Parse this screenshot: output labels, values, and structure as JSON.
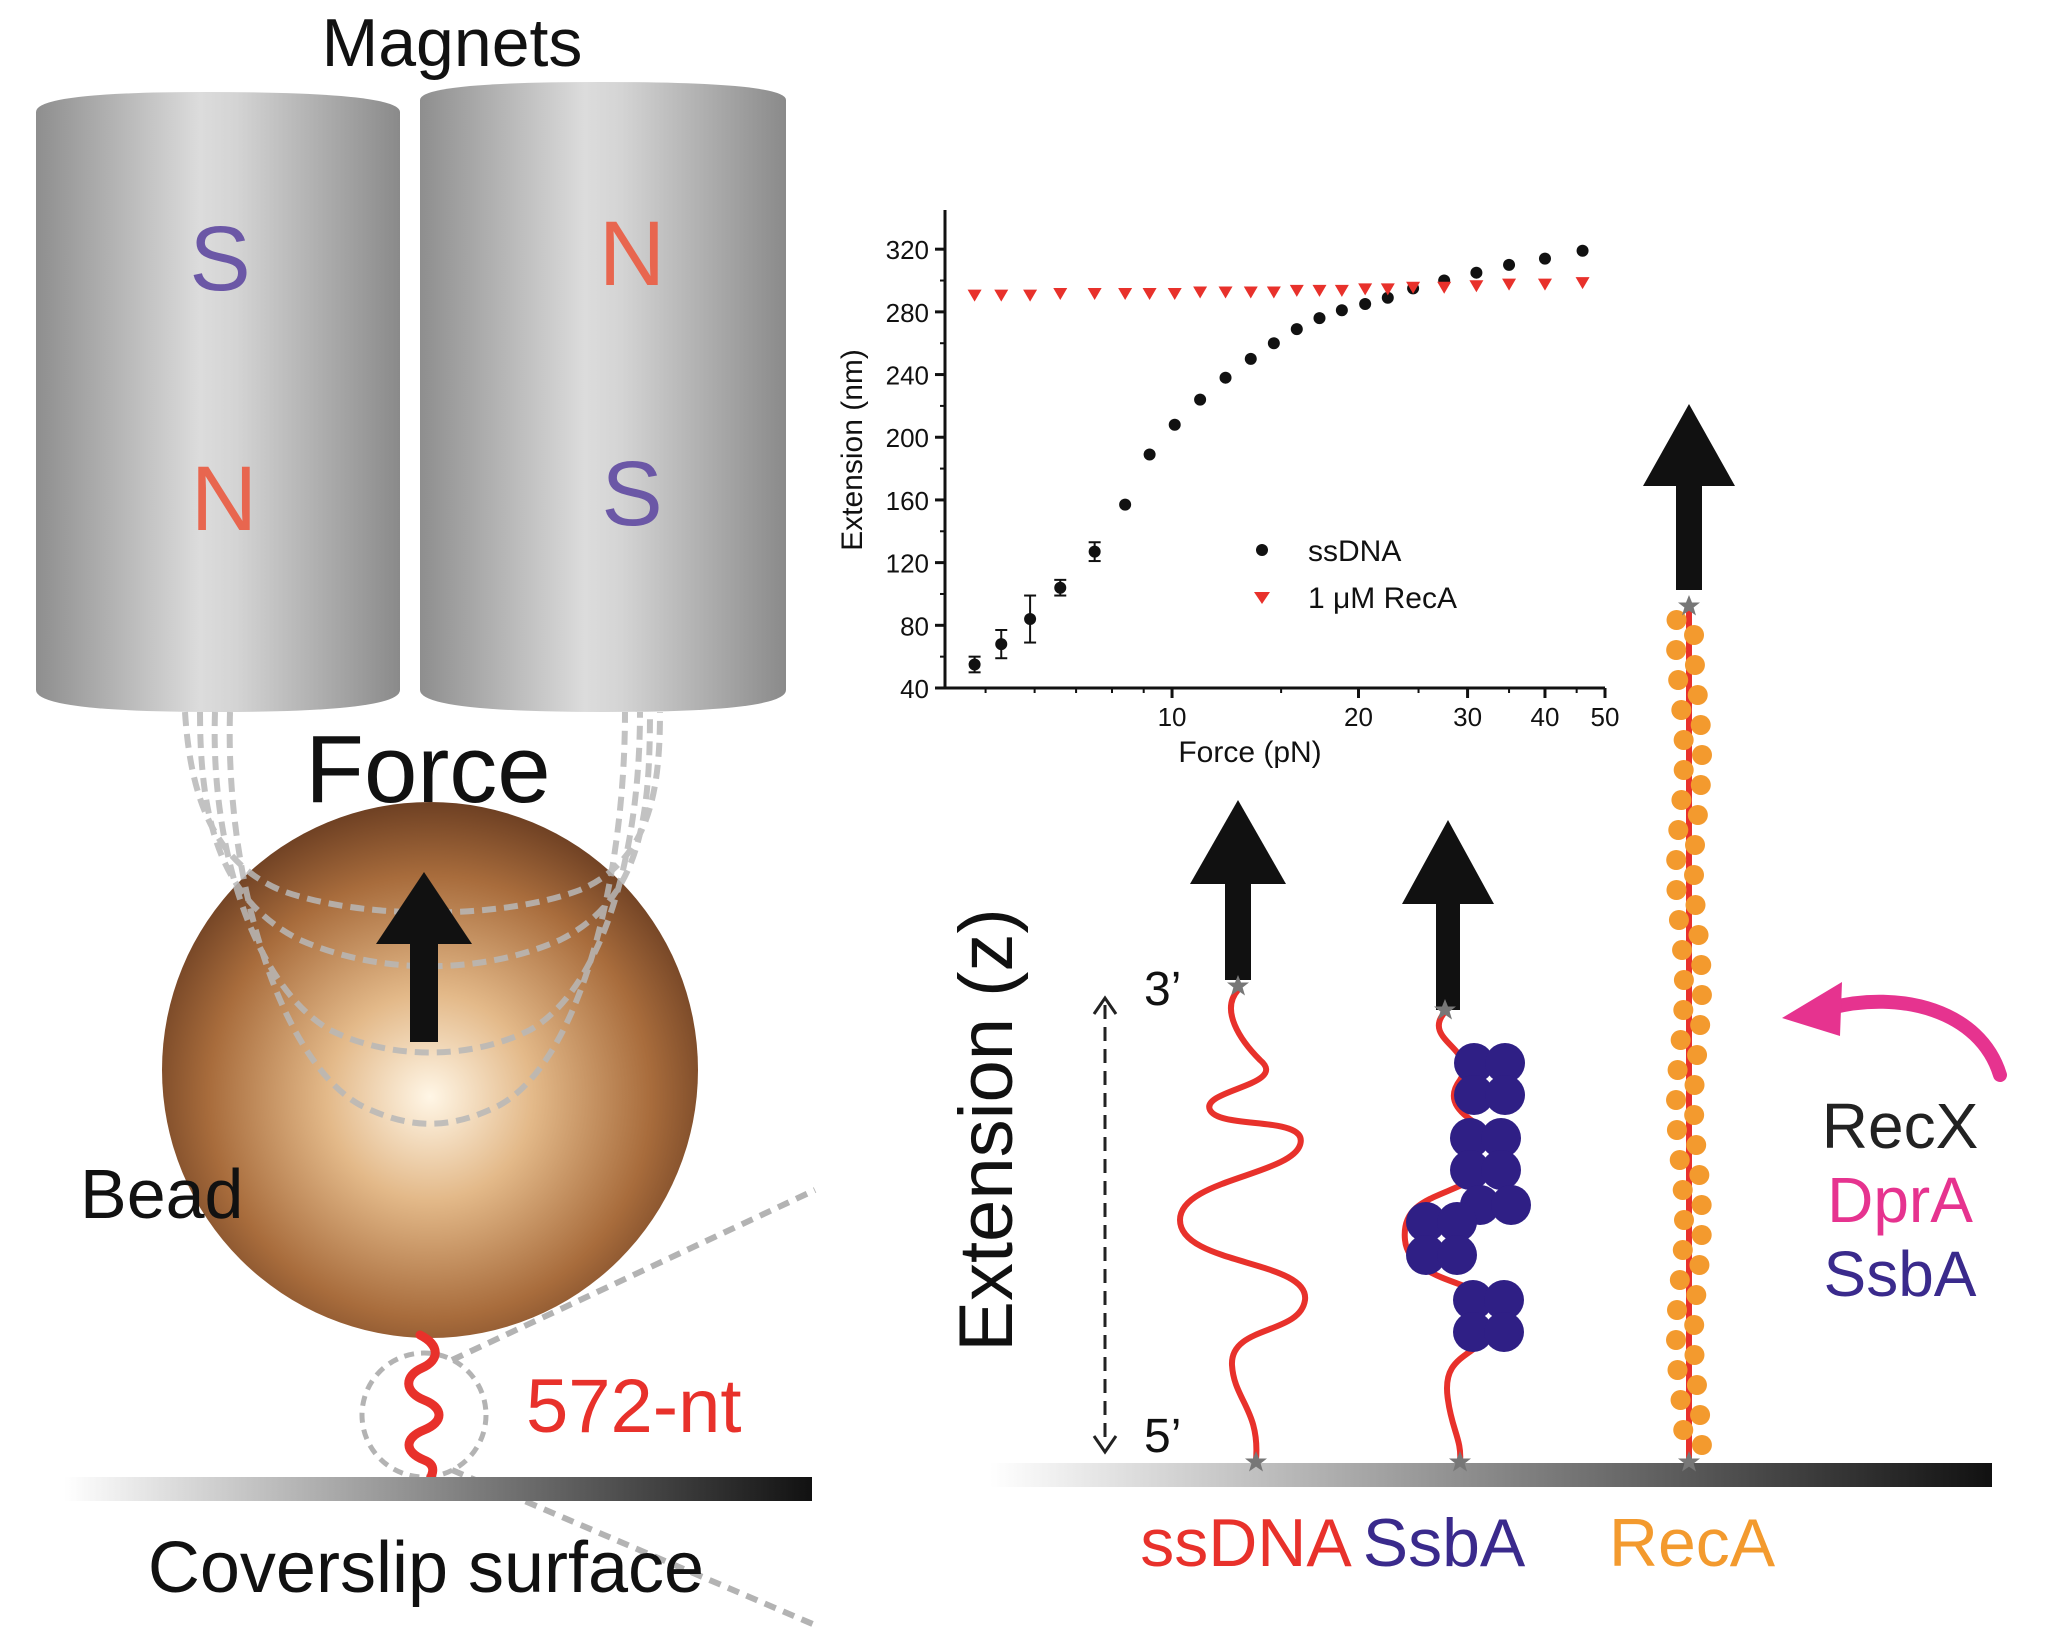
{
  "magnets": {
    "title": "Magnets",
    "left": {
      "top_pole": "S",
      "bottom_pole": "N"
    },
    "right": {
      "top_pole": "N",
      "bottom_pole": "S"
    }
  },
  "force_label": "Force",
  "bead_label": "Bead",
  "tether_label": "572-nt",
  "surface_label": "Coverslip surface",
  "extension_axis": {
    "label": "Extension (z)",
    "end3": "3’",
    "end5": "5’"
  },
  "strands": [
    {
      "label": "ssDNA",
      "color": "#e8312b"
    },
    {
      "label": "SsbA",
      "color": "#3a2a8c"
    },
    {
      "label": "RecA",
      "color": "#f39a2e"
    }
  ],
  "proteins": [
    {
      "label": "RecX",
      "color": "#222222"
    },
    {
      "label": "DprA",
      "color": "#e6338f"
    },
    {
      "label": "SsbA",
      "color": "#3a2a8c"
    }
  ],
  "colors": {
    "s_pole": "#6b57a6",
    "n_pole": "#e8664f",
    "dna": "#e8312b",
    "recA": "#f39a2e",
    "ssbA": "#2f1f85",
    "arrow_pink": "#e6338f"
  },
  "chart_data": {
    "type": "scatter",
    "xlabel": "Force (pN)",
    "ylabel": "Extension (nm)",
    "xscale": "log",
    "xticks": [
      10,
      20,
      30,
      40,
      50
    ],
    "yticks": [
      40,
      80,
      120,
      160,
      200,
      240,
      280,
      320
    ],
    "xlim": [
      4.3,
      50
    ],
    "ylim": [
      40,
      345
    ],
    "legend_position": "center-right",
    "series": [
      {
        "name": "ssDNA",
        "marker": "circle",
        "color": "#111111",
        "x": [
          4.8,
          5.3,
          5.9,
          6.6,
          7.5,
          8.4,
          9.2,
          10.1,
          11.1,
          12.2,
          13.4,
          14.6,
          15.9,
          17.3,
          18.8,
          20.5,
          22.3,
          24.5,
          27.5,
          31.0,
          35.0,
          40.0,
          46.0
        ],
        "y": [
          55,
          68,
          84,
          104,
          127,
          157,
          189,
          208,
          224,
          238,
          250,
          260,
          269,
          276,
          281,
          285,
          289,
          295,
          300,
          305,
          310,
          314,
          319
        ],
        "err": [
          5,
          9,
          15,
          5,
          6,
          3,
          2,
          2,
          2,
          2,
          2,
          2,
          2,
          2,
          2,
          2,
          2,
          2,
          2,
          2,
          2,
          2,
          2
        ]
      },
      {
        "name": "1 μM RecA",
        "marker": "triangle-down",
        "color": "#e8312b",
        "x": [
          4.8,
          5.3,
          5.9,
          6.6,
          7.5,
          8.4,
          9.2,
          10.1,
          11.1,
          12.2,
          13.4,
          14.6,
          15.9,
          17.3,
          18.8,
          20.5,
          22.3,
          24.5,
          27.5,
          31.0,
          35.0,
          40.0,
          46.0
        ],
        "y": [
          291,
          291,
          291,
          292,
          292,
          292,
          292,
          292,
          293,
          293,
          293,
          293,
          294,
          294,
          294,
          295,
          295,
          296,
          296,
          297,
          298,
          298,
          299
        ]
      }
    ]
  }
}
